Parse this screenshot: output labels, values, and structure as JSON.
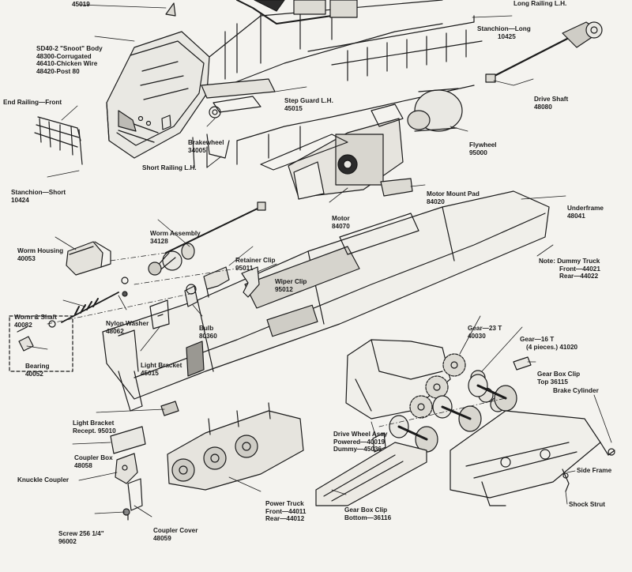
{
  "colors": {
    "paper": "#f4f3ef",
    "ink": "#1b1b1b",
    "shade": "#555555"
  },
  "labels": {
    "top_part_num": "45019",
    "long_railing_lh": "Long Railing L.H.",
    "stanchion_long": [
      "Stanchion—Long",
      "10425"
    ],
    "body": [
      "SD40-2 \"Snoot\" Body",
      "48300-Corrugated",
      "46410-Chicken Wire",
      "48420-Post 80"
    ],
    "drive_shaft": [
      "Drive Shaft",
      "48080"
    ],
    "end_railing_front": "End Railing—Front",
    "step_guard_lh": [
      "Step Guard L.H.",
      "45015"
    ],
    "brakewheel": [
      "Brakewheel",
      "34005"
    ],
    "flywheel": [
      "Flywheel",
      "95000"
    ],
    "stanchion_short": [
      "Stanchion—Short",
      "10424"
    ],
    "short_railing_lh": "Short Railing L.H.",
    "motor_mount_pad": [
      "Motor Mount Pad",
      "84020"
    ],
    "motor": [
      "Motor",
      "84070"
    ],
    "underframe": [
      "Underframe",
      "48041"
    ],
    "worm_assembly": [
      "Worm Assembly",
      "34128"
    ],
    "worm_housing": [
      "Worm Housing",
      "40053"
    ],
    "dummy_truck_note": [
      "Note: Dummy Truck",
      "Front—44021",
      "Rear—44022"
    ],
    "retainer_clip": [
      "Retainer Clip",
      "95011"
    ],
    "wiper_clip": [
      "Wiper Clip",
      "95012"
    ],
    "worm_shaft": [
      "Worm & Shaft",
      "40082"
    ],
    "nylon_washer": [
      "Nylon Washer",
      "48062"
    ],
    "bulb": [
      "Bulb",
      "80360"
    ],
    "gear_23t": [
      "Gear—23 T",
      "40030"
    ],
    "gear_16t": [
      "Gear—16 T",
      "(4 pieces.) 41020"
    ],
    "bearing": [
      "Bearing",
      "40052"
    ],
    "light_bracket": [
      "Light Bracket",
      "45015"
    ],
    "gear_box_clip_top": [
      "Gear Box Clip",
      "Top 36115"
    ],
    "brake_cylinder": "Brake Cylinder",
    "light_bracket_recept": [
      "Light Bracket",
      "Recept. 95010"
    ],
    "drive_wheel_assy": [
      "Drive Wheel Assy",
      "Powered—40019",
      "Dummy—45036"
    ],
    "coupler_box": [
      "Coupler Box",
      "48058"
    ],
    "side_frame": "Side Frame",
    "knuckle_coupler": "Knuckle Coupler",
    "power_truck": [
      "Power Truck",
      "Front—44011",
      "Rear—44012"
    ],
    "gear_box_clip_bottom": [
      "Gear Box Clip",
      "Bottom—36116"
    ],
    "shock_strut": "Shock Strut",
    "screw": [
      "Screw 256 1/4\"",
      "96002"
    ],
    "coupler_cover": [
      "Coupler Cover",
      "48059"
    ]
  }
}
